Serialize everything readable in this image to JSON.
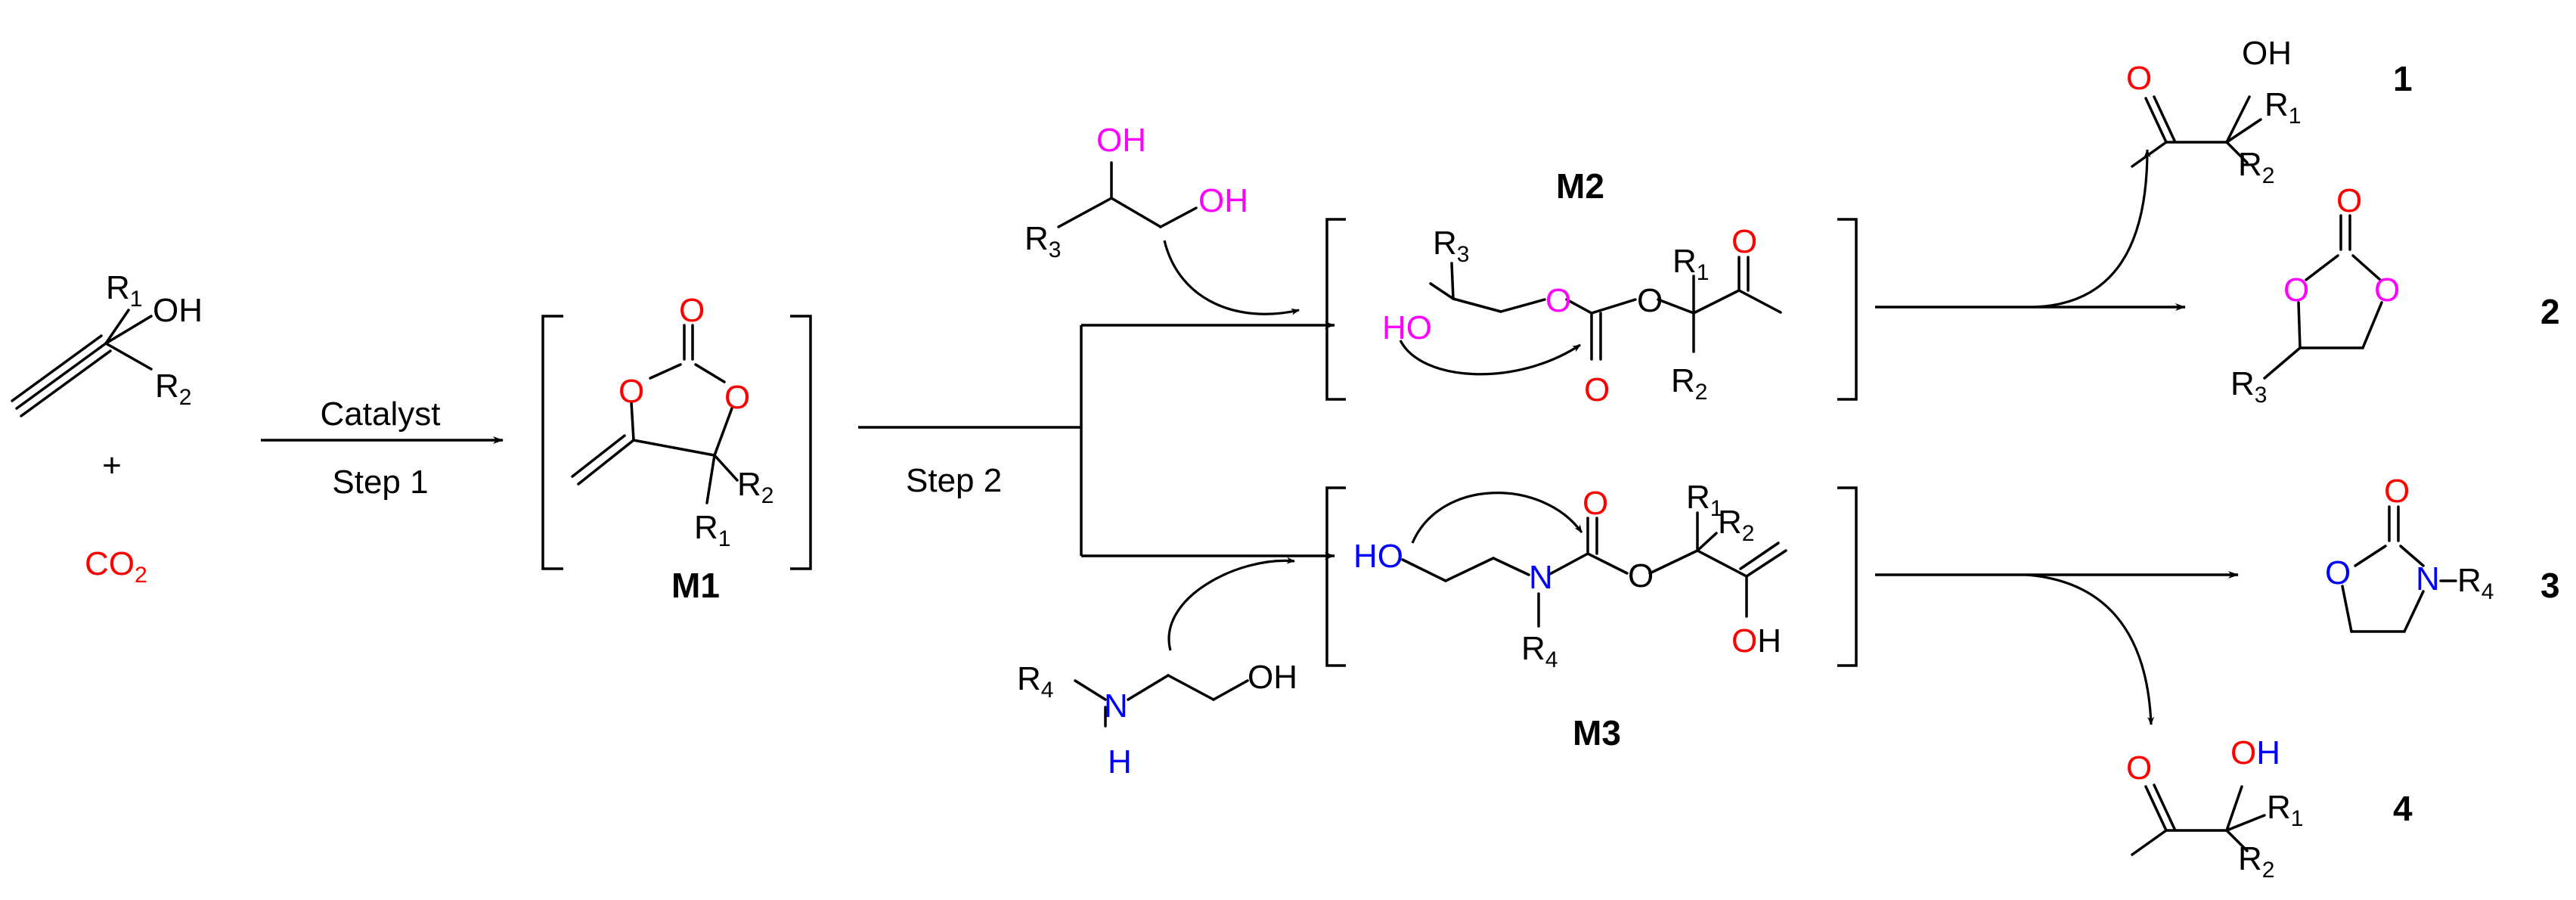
{
  "colors": {
    "black": "#000000",
    "oxygen": "#ff0000",
    "diol": "#ff00ff",
    "amine": "#0000ff"
  },
  "reagents": {
    "propargyl_alcohol": {
      "r1": "R",
      "r1_sub": "1",
      "oh": "OH",
      "r2": "R",
      "r2_sub": "2"
    },
    "plus": "+",
    "co2": "CO",
    "co2_sub": "2"
  },
  "step1": {
    "top": "Catalyst",
    "bottom": "Step 1"
  },
  "step2": {
    "label": "Step 2"
  },
  "intermediates": {
    "m1": {
      "label": "M1",
      "o_carbonyl": "O",
      "o_ring_a": "O",
      "o_ring_b": "O",
      "r2": "R",
      "r2_sub": "2",
      "r1": "R",
      "r1_sub": "1"
    },
    "m2": {
      "label": "M2",
      "r3": "R",
      "r3_sub": "3",
      "ho": "HO",
      "o_ester_a": "O",
      "o_carbonyl": "O",
      "o_ester_b": "O",
      "r1": "R",
      "r1_sub": "1",
      "r2": "R",
      "r2_sub": "2",
      "o_ketone": "O"
    },
    "m3": {
      "label": "M3",
      "ho": "HO",
      "n": "N",
      "r4": "R",
      "r4_sub": "4",
      "o_carbonyl": "O",
      "o_ester": "O",
      "r1": "R",
      "r1_sub": "1",
      "r2": "R",
      "r2_sub": "2",
      "oh_o": "O",
      "oh_h": "H"
    }
  },
  "diol": {
    "oh_top": "OH",
    "oh_right": "OH",
    "r3": "R",
    "r3_sub": "3"
  },
  "aminoalcohol": {
    "r4": "R",
    "r4_sub": "4",
    "n": "N",
    "h": "H",
    "oh": "OH"
  },
  "products": {
    "p1": {
      "number": "1",
      "o": "O",
      "oh": "OH",
      "r1": "R",
      "r1_sub": "1",
      "r2": "R",
      "r2_sub": "2"
    },
    "p2": {
      "number": "2",
      "o_carbonyl": "O",
      "o_ring_a": "O",
      "o_ring_b": "O",
      "r3": "R",
      "r3_sub": "3"
    },
    "p3": {
      "number": "3",
      "o_carbonyl": "O",
      "o_ring": "O",
      "n_r4": "N",
      "dash": "–",
      "r4": "R",
      "r4_sub": "4"
    },
    "p4": {
      "number": "4",
      "o": "O",
      "oh_o": "O",
      "oh_h": "H",
      "r1": "R",
      "r1_sub": "1",
      "r2": "R",
      "r2_sub": "2"
    }
  }
}
